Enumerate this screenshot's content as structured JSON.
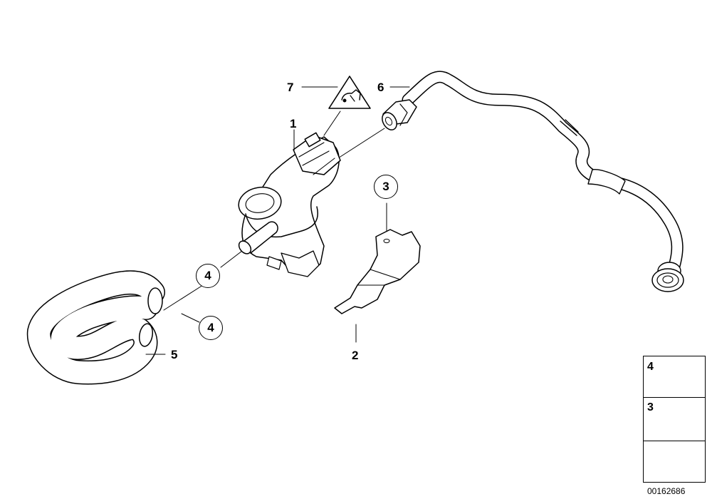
{
  "callouts": {
    "c1": "1",
    "c2": "2",
    "c3": "3",
    "c4a": "4",
    "c4b": "4",
    "c5": "5",
    "c6": "6",
    "c7": "7"
  },
  "legend": {
    "item4": "4",
    "item3": "3"
  },
  "diagram_id": "00162686"
}
